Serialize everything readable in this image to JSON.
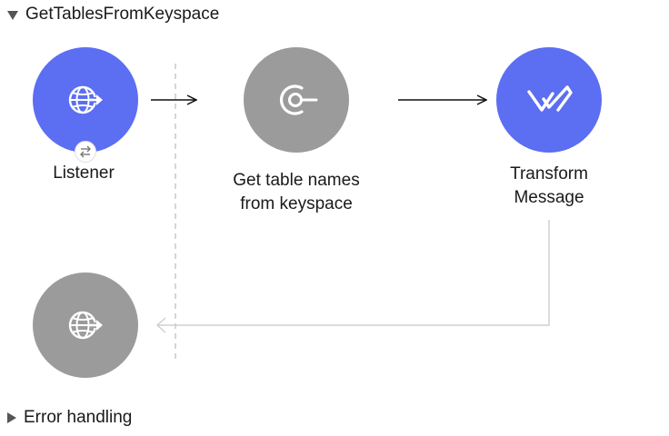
{
  "flow": {
    "name": "GetTablesFromKeyspace",
    "expanded_icon": "triangle-down-icon"
  },
  "nodes": {
    "listener": {
      "label": "Listener",
      "icon": "globe-arrow-icon",
      "badge_icon": "swap-arrows-icon",
      "color": "#5c6ef2"
    },
    "get_tables": {
      "label_line1": "Get table names",
      "label_line2": "from keyspace",
      "icon": "connector-c-icon",
      "color": "#9b9b9b"
    },
    "transform": {
      "label_line1": "Transform",
      "label_line2": "Message",
      "icon": "dataweave-icon",
      "color": "#5c6ef2"
    },
    "response": {
      "icon": "globe-arrow-icon",
      "color": "#9b9b9b"
    }
  },
  "error_handling": {
    "label": "Error handling",
    "collapsed_icon": "triangle-right-icon"
  }
}
